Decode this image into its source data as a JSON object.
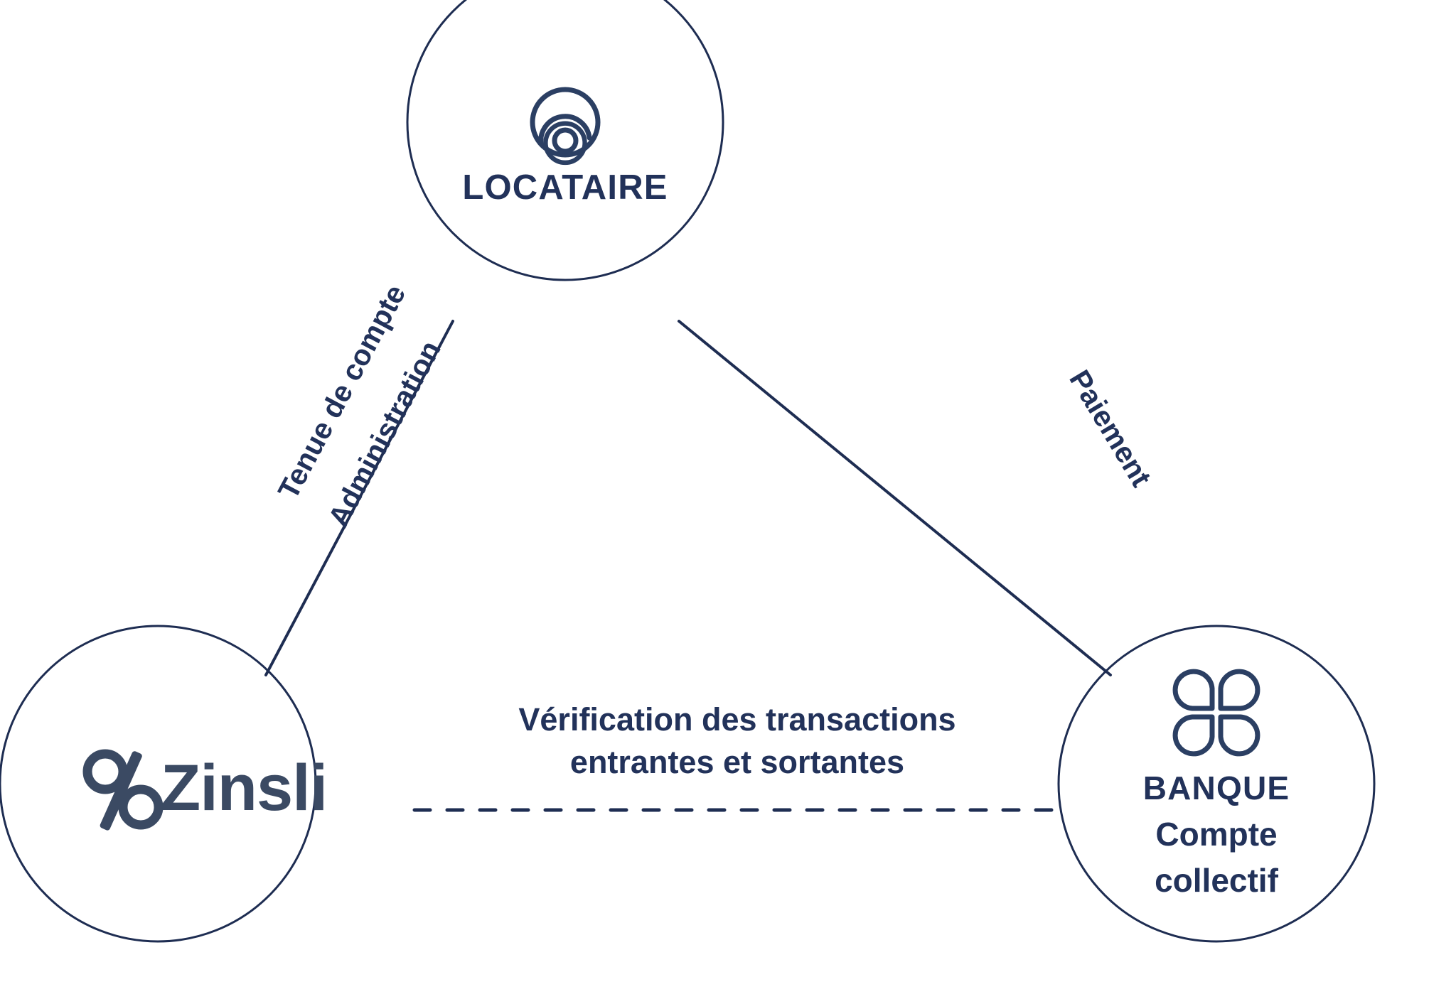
{
  "diagram": {
    "title": "Schéma tripartite Zinsli - Locataire - Banque",
    "accent_color": "#1e2d52",
    "text_color": "#22325a",
    "brand_color": "#3b4a63",
    "background": "#ffffff"
  },
  "nodes": {
    "tenant": {
      "label": "LOCATAIRE",
      "icon": "tenant-person-icon"
    },
    "company": {
      "brand": "Zinsli",
      "icon": "zinsli-logo-icon"
    },
    "bank": {
      "label_line1": "BANQUE",
      "label_line2": "Compte",
      "label_line3": "collectif",
      "icon": "clover-bank-icon"
    }
  },
  "edges": {
    "left": {
      "line1": "Tenue de compte",
      "line2": "Administration",
      "style": "solid"
    },
    "right": {
      "line1": "Paiement",
      "style": "solid"
    },
    "bottom": {
      "line1": "Vérification des transactions",
      "line2": "entrantes et sortantes",
      "style": "dashed"
    }
  }
}
